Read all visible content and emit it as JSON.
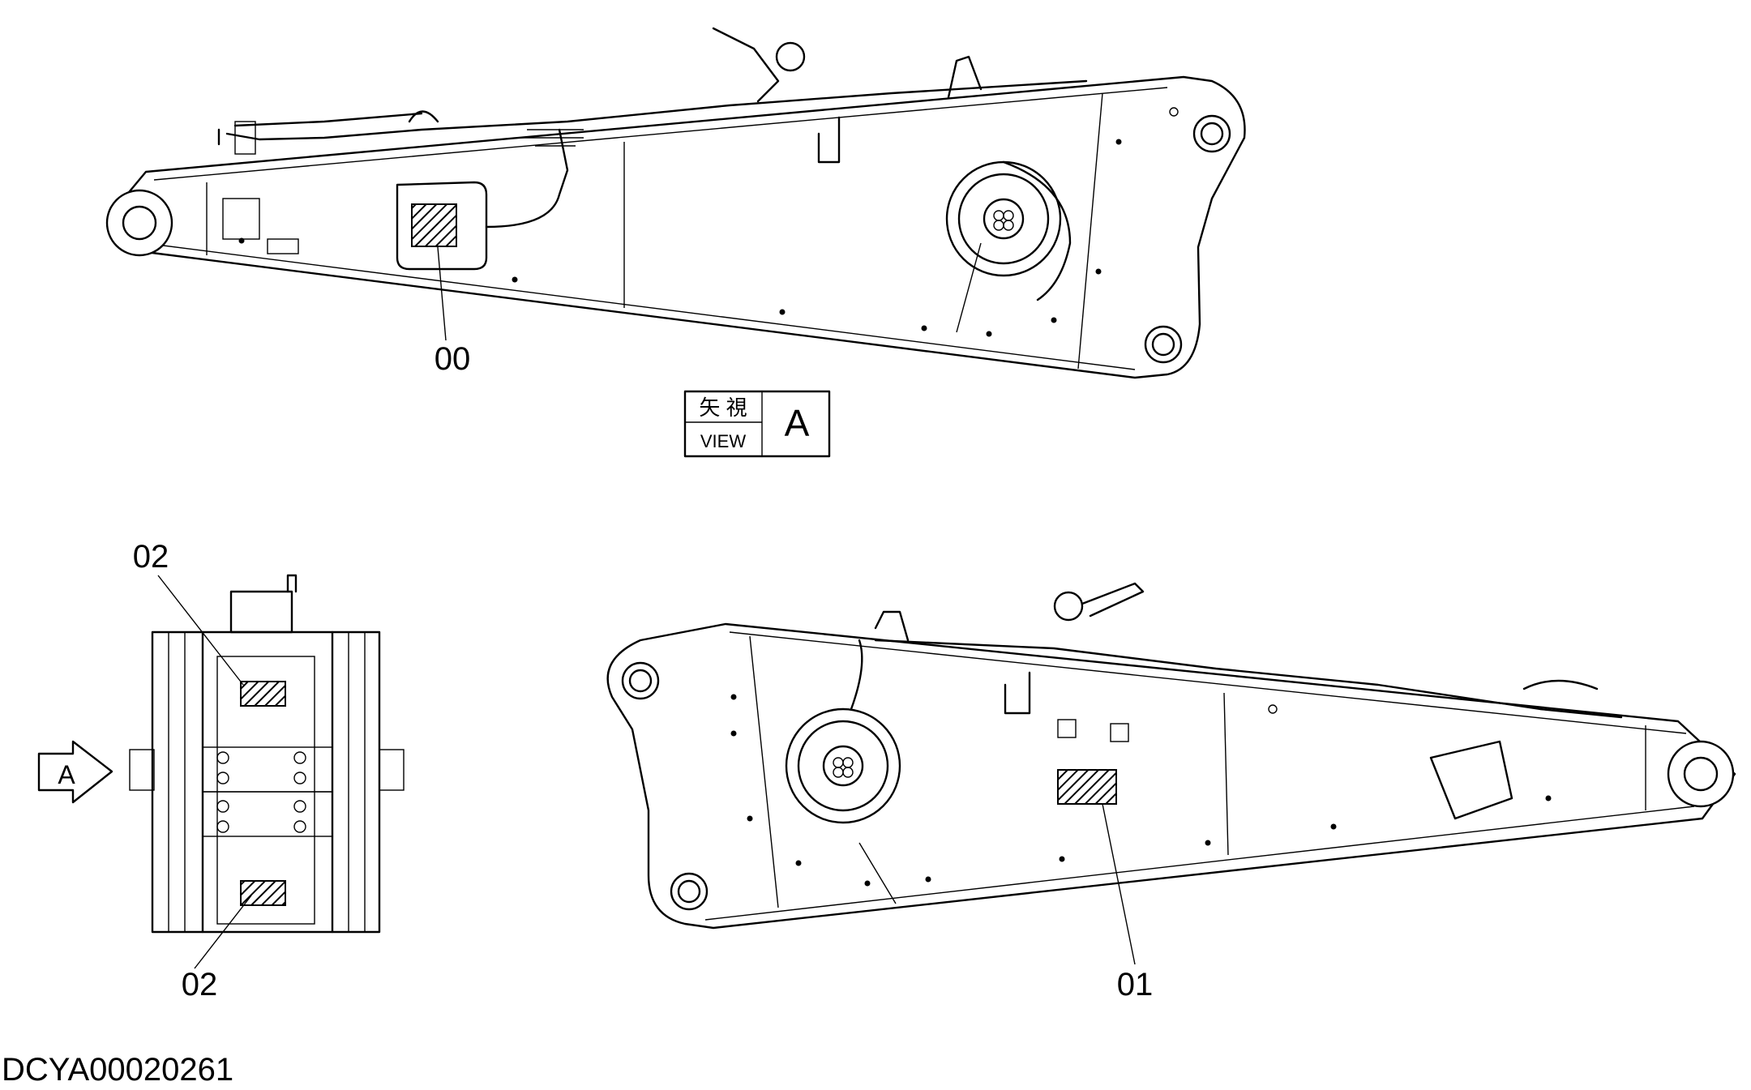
{
  "callouts": {
    "top_boom_part": "00",
    "bottom_boom_part": "01",
    "end_view_upper_part": "02",
    "end_view_lower_part": "02"
  },
  "view_box": {
    "kanji": "矢 視",
    "english": "VIEW",
    "letter": "A"
  },
  "view_arrow_letter": "A",
  "drawing_number": "DCYA00020261"
}
